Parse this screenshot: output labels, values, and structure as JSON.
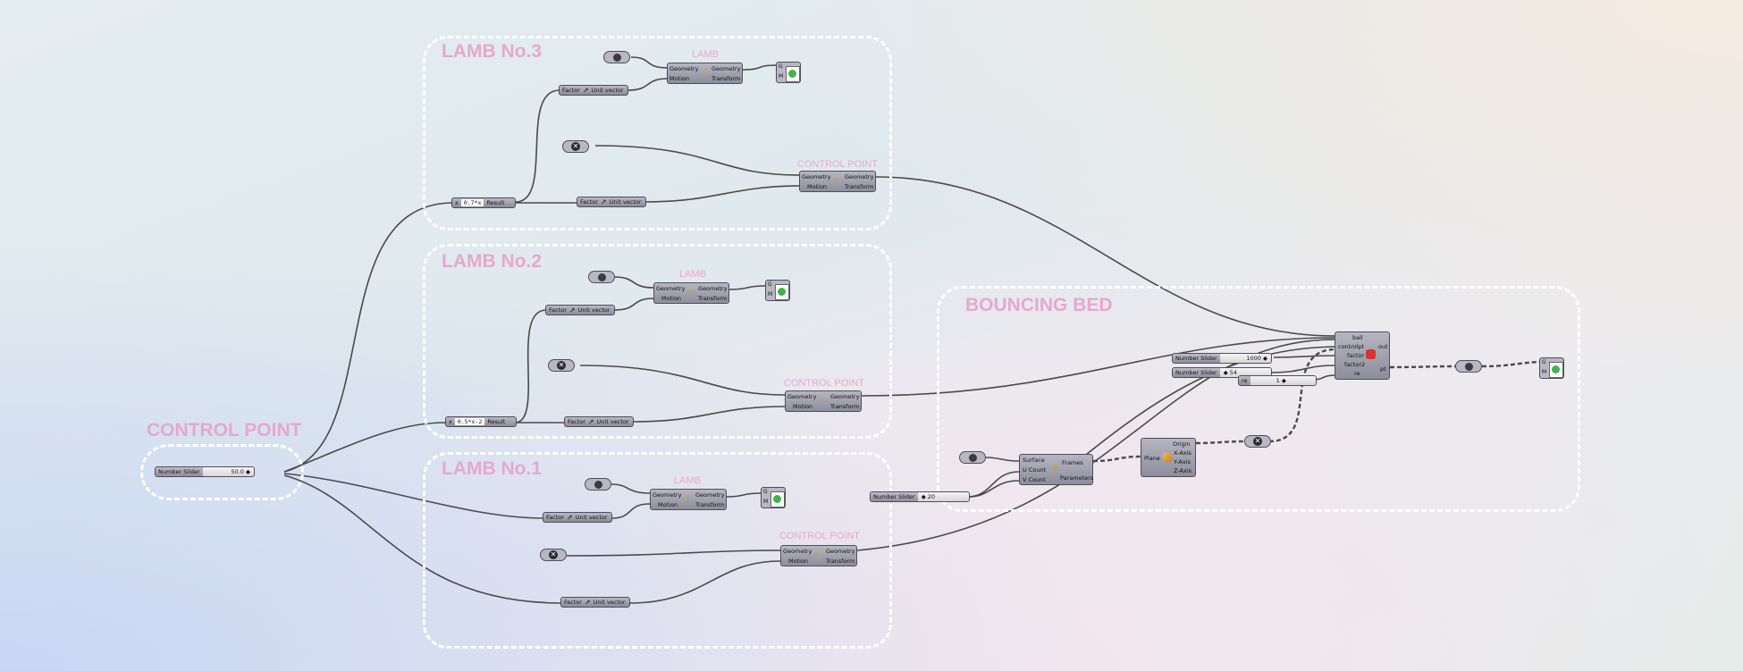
{
  "groups": {
    "lamb3": "LAMB No.3",
    "lamb2": "LAMB No.2",
    "lamb1": "LAMB No.1",
    "control": "CONTROL POINT",
    "bed": "BOUNCING BED"
  },
  "labels": {
    "lamb": "LAMB",
    "control_point": "CONTROL POINT"
  },
  "move": {
    "in_geometry": "Geometry",
    "in_motion": "Motion",
    "out_geometry": "Geometry",
    "out_transform": "Transform"
  },
  "unit_vector": {
    "in": "Factor",
    "out": "Unit vector"
  },
  "expression": {
    "in": "x",
    "out": "Result",
    "expr3": "0.7*x",
    "expr2": "0.5*x-2"
  },
  "sliders": {
    "control": {
      "name": "Number Slider",
      "value": "50.0 ◆"
    },
    "s1000": {
      "name": "Number Slider",
      "value": "1000 ◆"
    },
    "s54": {
      "name": "Number Slider",
      "value": "◆ 54"
    },
    "s1": {
      "name": "re",
      "value": "1 ◆"
    },
    "s20": {
      "name": "Number Slider",
      "value": "◆ 20"
    }
  },
  "ball_comp": {
    "inputs": [
      "ball",
      "controlpt",
      "factor",
      "factor2",
      "re"
    ],
    "outputs": [
      "out",
      "pt"
    ]
  },
  "divide": {
    "inputs": [
      "Surface",
      "U Count",
      "V Count"
    ],
    "outputs": [
      "Frames",
      "Parameters"
    ]
  },
  "deplane": {
    "input": "Plane",
    "outputs": [
      "Origin",
      "X-Axis",
      "Y-Axis",
      "Z-Axis"
    ]
  },
  "preview": {
    "g": "G",
    "m": "M"
  },
  "colors": {
    "group_title": "#e6a8ce",
    "wire": "#4a4a4a"
  }
}
